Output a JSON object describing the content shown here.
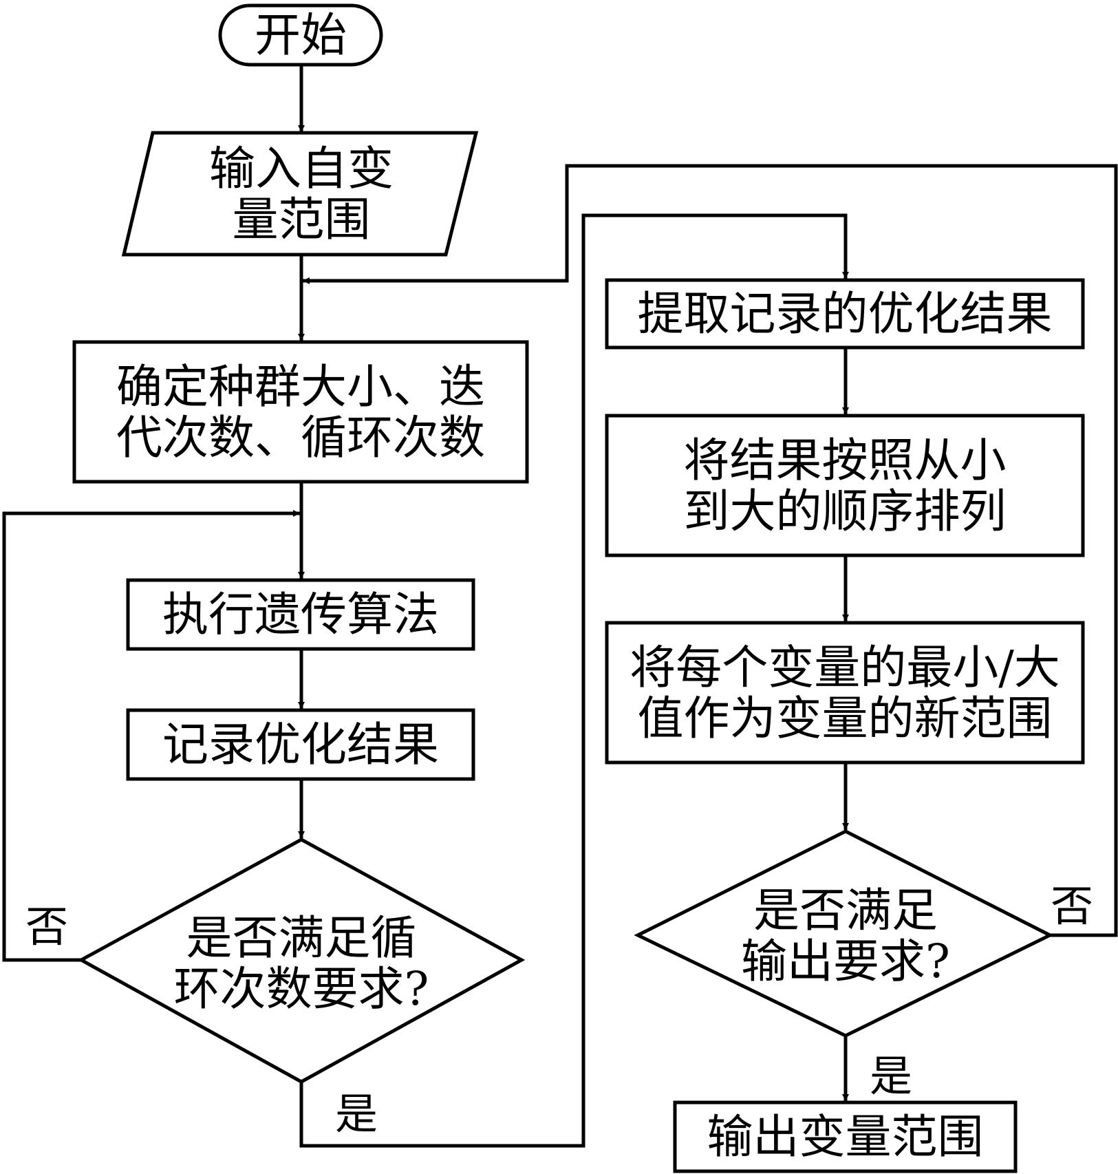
{
  "nodes": {
    "start": {
      "text": "开始"
    },
    "input_range": {
      "lines": [
        "输入自变",
        "量范围"
      ]
    },
    "set_params": {
      "lines": [
        "确定种群大小、迭",
        "代次数、循环次数"
      ]
    },
    "run_ga": {
      "text": "执行遗传算法"
    },
    "record_results": {
      "text": "记录优化结果"
    },
    "loop_check": {
      "lines": [
        "是否满足循",
        "环次数要求?"
      ]
    },
    "extract_results": {
      "text": "提取记录的优化结果"
    },
    "sort_results": {
      "lines": [
        "将结果按照从小",
        "到大的顺序排列"
      ]
    },
    "new_range": {
      "lines": [
        "将每个变量的最小/大",
        "值作为变量的新范围"
      ]
    },
    "output_check": {
      "lines": [
        "是否满足",
        "输出要求?"
      ]
    },
    "output_range": {
      "text": "输出变量范围"
    }
  },
  "edge_labels": {
    "loop_no": "否",
    "loop_yes": "是",
    "output_no": "否",
    "output_yes": "是"
  },
  "colors": {
    "stroke": "#000000",
    "background": "#ffffff"
  }
}
